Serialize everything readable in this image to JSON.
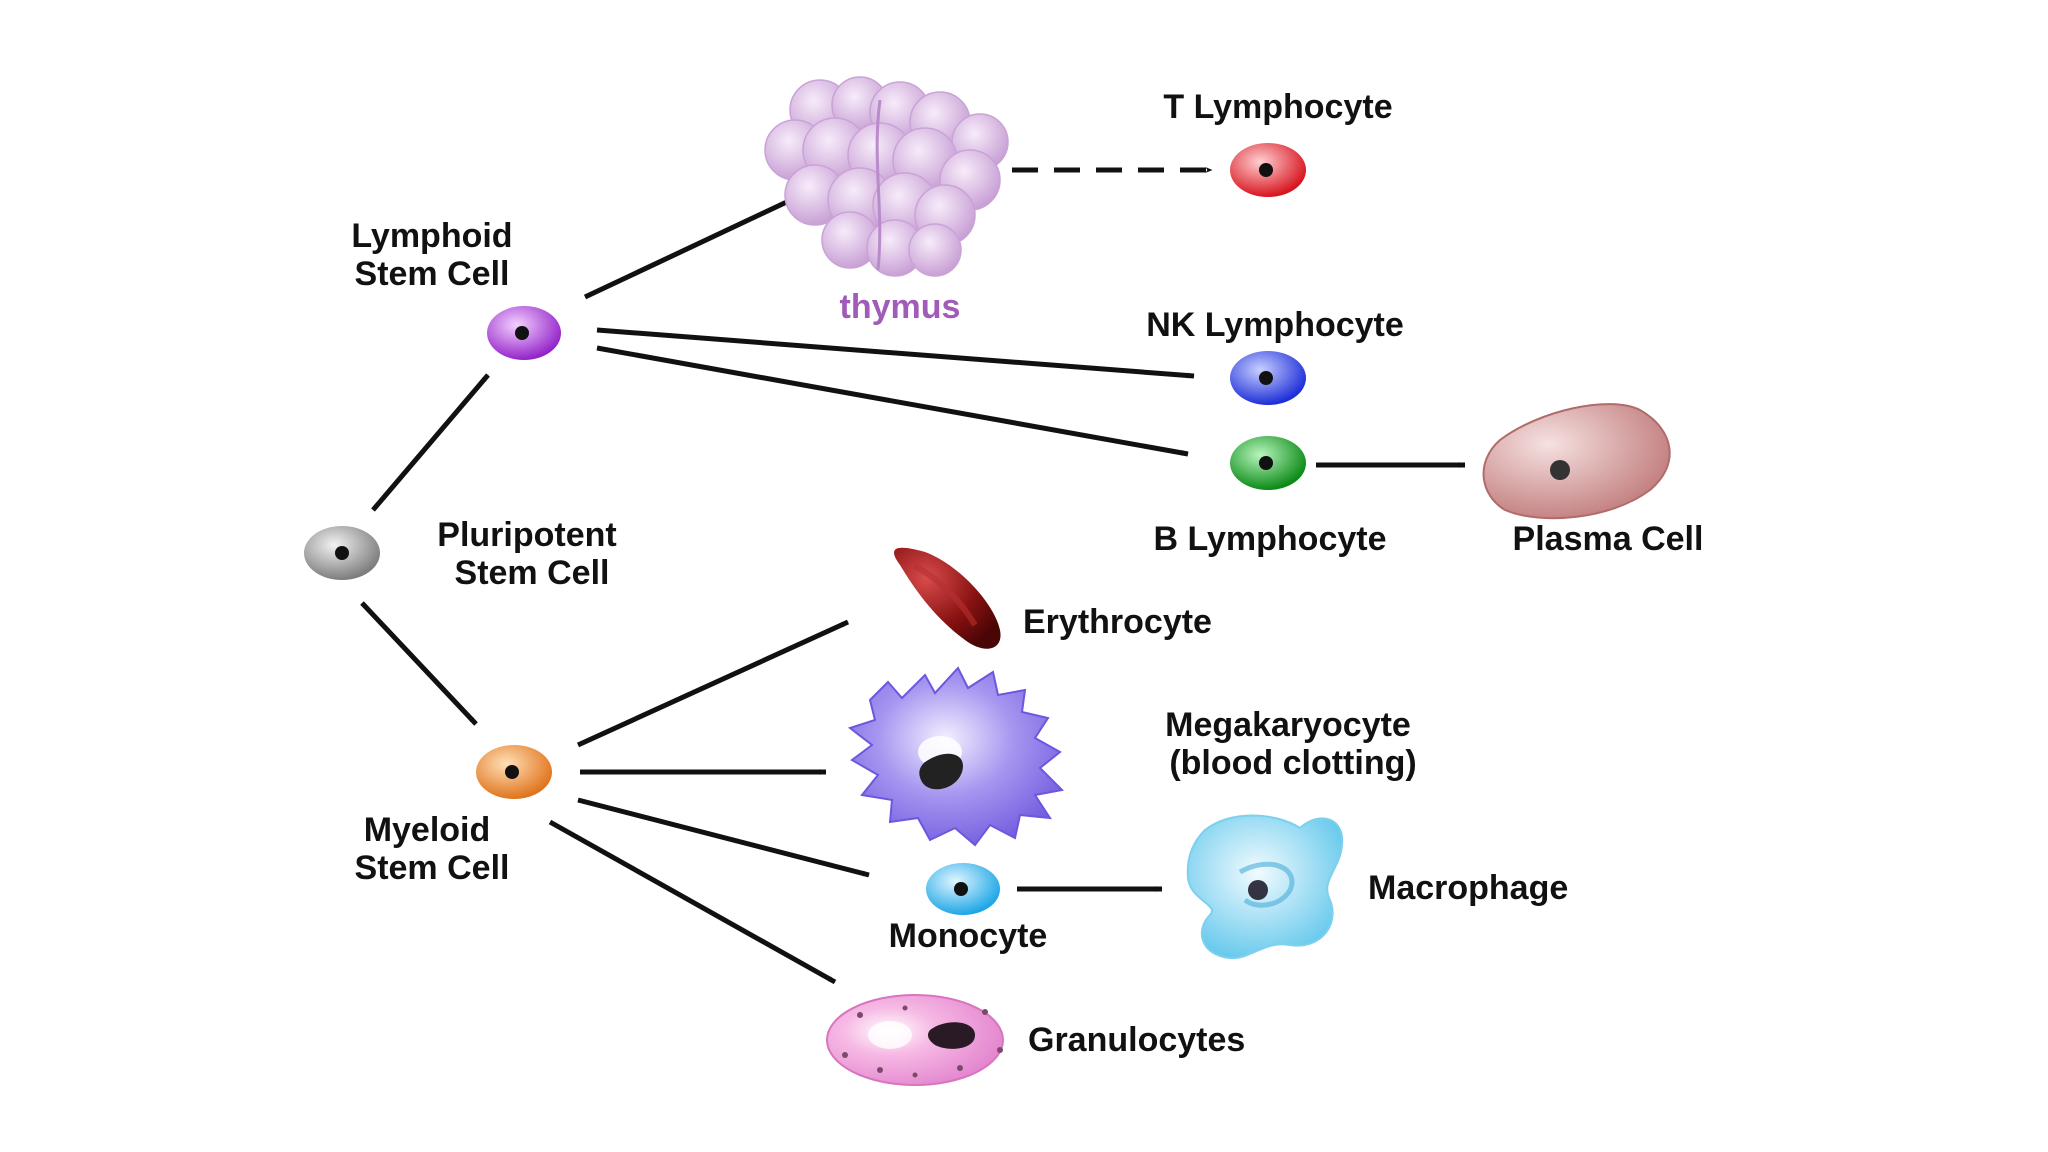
{
  "labels": {
    "pluripotent": [
      "Pluripotent",
      "Stem Cell"
    ],
    "lymphoid": [
      "Lymphoid",
      "Stem Cell"
    ],
    "myeloid": [
      "Myeloid",
      "Stem Cell"
    ],
    "thymus": "thymus",
    "t_lymphocyte": "T Lymphocyte",
    "nk_lymphocyte": "NK Lymphocyte",
    "b_lymphocyte": "B Lymphocyte",
    "plasma_cell": "Plasma Cell",
    "erythrocyte": "Erythrocyte",
    "megakaryocyte": [
      "Megakaryocyte",
      "(blood clotting)"
    ],
    "monocyte": "Monocyte",
    "macrophage": "Macrophage",
    "granulocytes": "Granulocytes"
  },
  "colors": {
    "pluripotent": "#9a9a9a",
    "lymphoid": "#a536d8",
    "myeloid": "#ee8a2c",
    "thymus": "#d9b4e2",
    "t_lymphocyte": "#e8242d",
    "nk_lymphocyte": "#2c3fe6",
    "b_lymphocyte": "#16a321",
    "plasma_cell": "#cf8d8d",
    "erythrocyte": "#8c1414",
    "megakaryocyte": "#8c7be8",
    "monocyte": "#39b6f0",
    "macrophage": "#79d4f0",
    "granulocytes": "#f0a3d8",
    "arrow": "#111111"
  }
}
